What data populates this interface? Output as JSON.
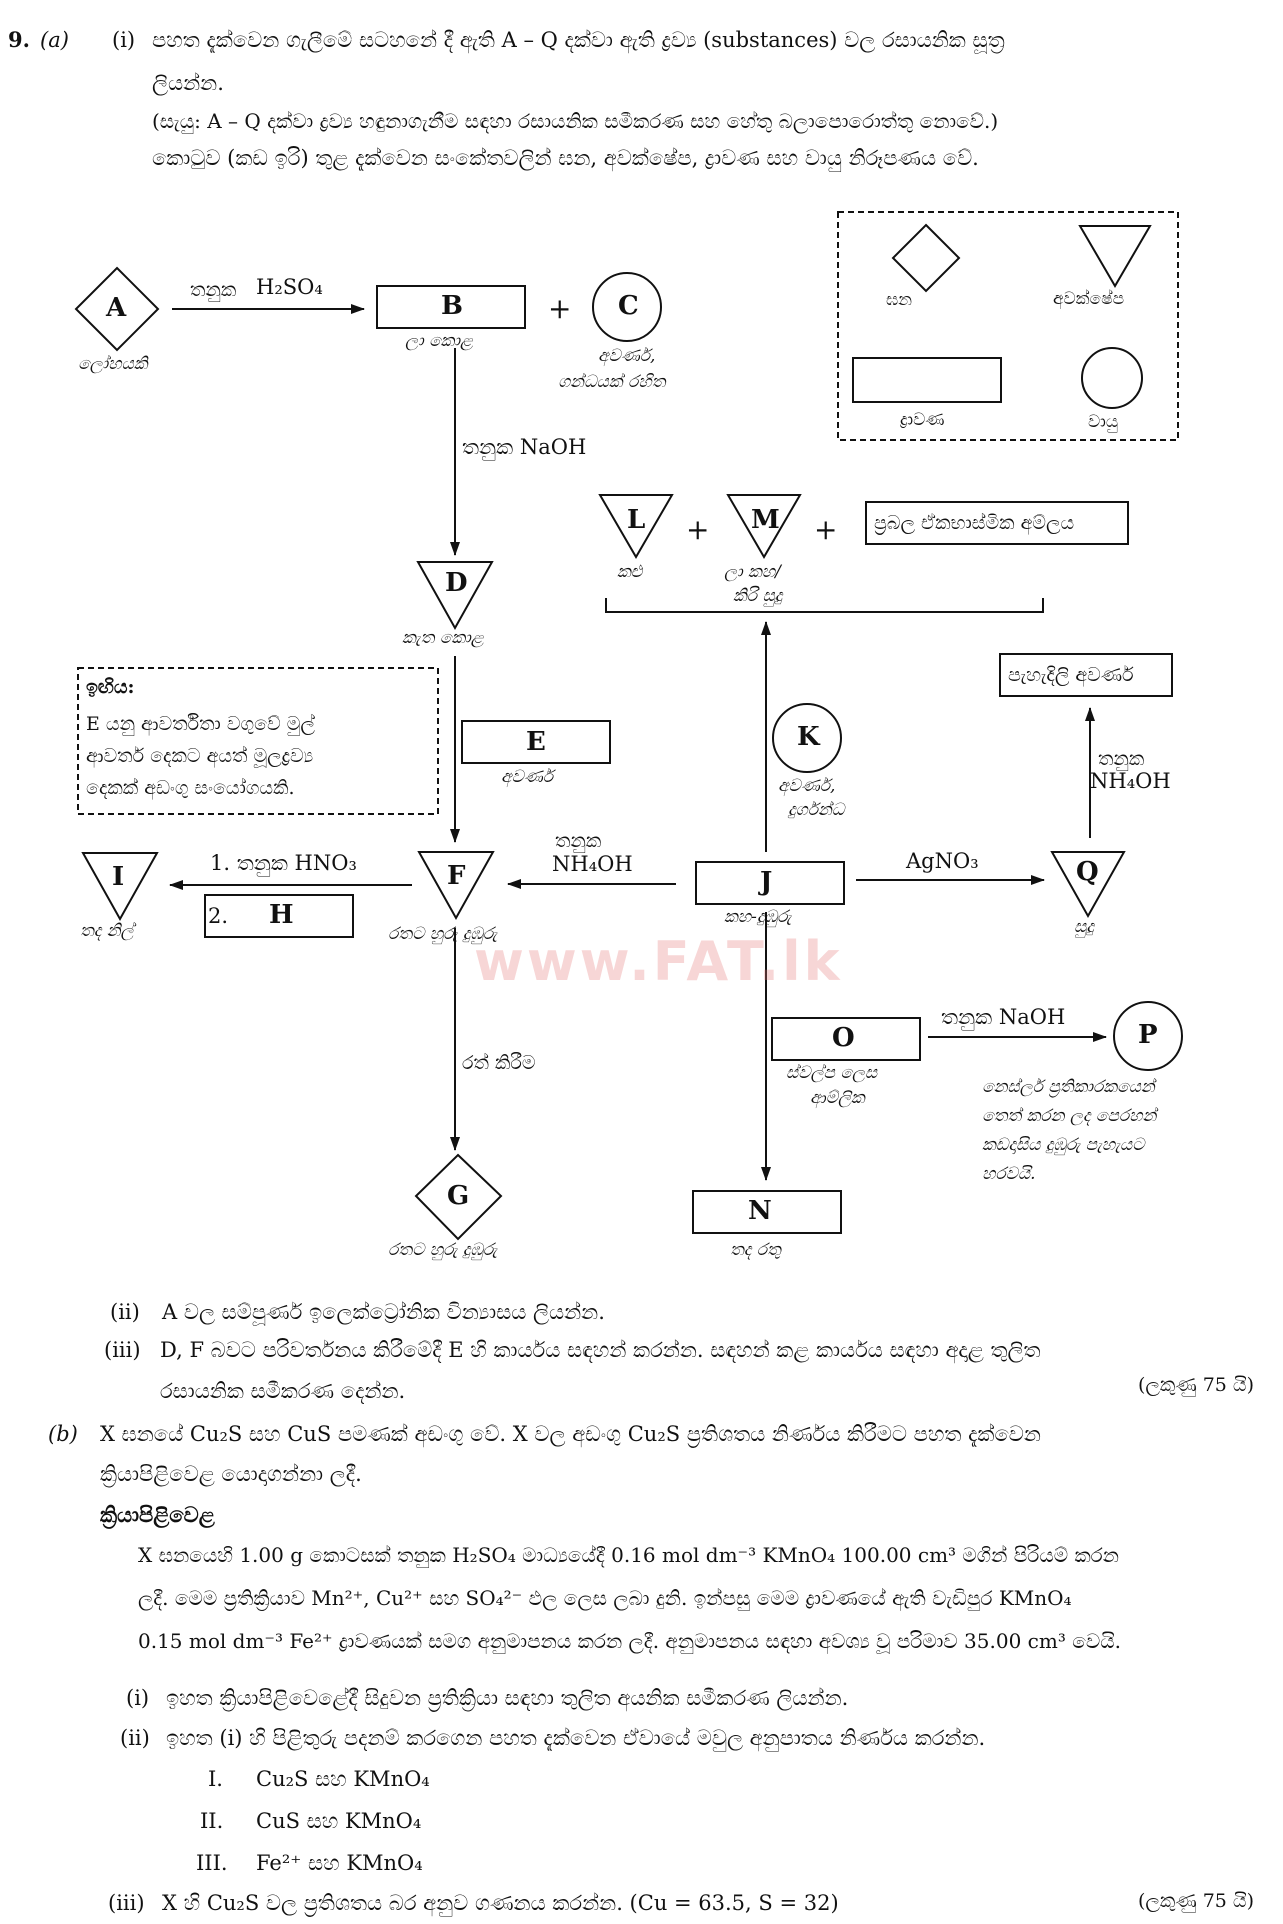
{
  "question": {
    "number": "9.",
    "part_a": "(a)",
    "a_i_marker": "(i)",
    "a_i_line1": "පහත දැක්වෙන ගැලීමේ සටහනේ දී ඇති A – Q දක්වා ඇති ද්‍රව්‍ය (substances) වල රසායනික සූත්‍ර",
    "a_i_line2": "ලියන්න.",
    "note_line": "(සැයු: A – Q දක්වා ද්‍රව්‍ය හඳුනාගැනීම සඳහා රසායනික සමීකරණ සහ හේතු බලාපොරොත්තු නොවේ.)",
    "legend_intro": "කොටුව (කඩ ඉරි) තුළ දැක්වෙන සංකේතවලින් ඝන, අවක්ෂේප, ද්‍රාවණ සහ වායු නිරූපණය වේ."
  },
  "legend": {
    "solid": "ඝන",
    "precipitate": "අවක්ෂේප",
    "solution": "ද්‍රාවණ",
    "gas": "වායු"
  },
  "diagram": {
    "A": {
      "label": "A",
      "caption": "ලෝහයකි"
    },
    "B": {
      "label": "B",
      "caption": "ලා කොළ"
    },
    "C": {
      "label": "C",
      "caption1": "අවර්ණ,",
      "caption2": "ගන්ධයක් රහිත"
    },
    "D": {
      "label": "D",
      "caption": "කැත කොළ"
    },
    "E": {
      "label": "E",
      "caption": "අවර්ණ"
    },
    "F": {
      "label": "F",
      "caption": "රතට හුරු දුඹුරු"
    },
    "G": {
      "label": "G",
      "caption": "රතට හුරු දුඹුරු"
    },
    "H": {
      "label": "H",
      "number": "2."
    },
    "I": {
      "label": "I",
      "caption": "තද නිල්"
    },
    "J": {
      "label": "J",
      "caption": "කහ-දුඹුරු"
    },
    "K": {
      "label": "K",
      "caption1": "අවර්ණ,",
      "caption2": "දුර්ගන්ධ"
    },
    "L": {
      "label": "L",
      "caption": "කළු"
    },
    "M": {
      "label": "M",
      "caption1": "ලා කහ/",
      "caption2": "කිරි සුදු"
    },
    "N": {
      "label": "N",
      "caption": "තද රතු"
    },
    "O": {
      "label": "O",
      "caption1": "ස්වල්ප ලෙස",
      "caption2": "ආම්ලික"
    },
    "P": {
      "label": "P",
      "caption1": "නෙස්ලර් ප්‍රතිකාරකයෙන්",
      "caption2": "තෙත් කරන ලද පෙරහන්",
      "caption3": "කඩදාසිය දුඹුරු පැහැයට",
      "caption4": "හරවයි."
    },
    "Q": {
      "label": "Q",
      "caption": "සුදු"
    },
    "strong_acid": "ප්‍රබල ඒකභාස්මික අම්ලය",
    "colourless_clear": "පැහැදිලි අවර්ණ",
    "plus": "+",
    "arrows": {
      "dil": "තනුක",
      "h2so4": "H₂SO₄",
      "naoh": "තනුක NaOH",
      "nh4oh": "NH₄OH",
      "hno3": "1. තනුක HNO₃",
      "agno3": "AgNO₃",
      "heat": "රත් කිරීම",
      "naoh2": "තනුක NaOH"
    },
    "hint": {
      "title": "ඉඟිය:",
      "line1": "E යනු ආවර්තිතා වගුවේ මුල්",
      "line2": "ආවර්ත දෙකට අයත් මූලද්‍රව්‍ය",
      "line3": "දෙකක් අඩංගු සංයෝගයකි."
    },
    "watermark": "www.FAT.lk"
  },
  "part_a_rest": {
    "ii_marker": "(ii)",
    "ii_text": "A වල සම්පූර්ණ ඉලෙක්ට්‍රෝනික වින්‍යාසය ලියන්න.",
    "iii_marker": "(iii)",
    "iii_line1": "D, F බවට පරිවර්තනය කිරීමේදී E හි කාර්යය සඳහන් කරන්න. සඳහන් කළ කාර්යය සඳහා අදාළ තුලිත",
    "iii_line2": "රසායනික සමීකරණ දෙන්න.",
    "marks": "(ලකුණු 75 යි)"
  },
  "part_b": {
    "marker": "(b)",
    "line1": "X ඝනයේ Cu₂S සහ CuS පමණක් අඩංගු වේ. X වල අඩංගු Cu₂S ප්‍රතිශතය නිර්ණය කිරීමට පහත දැක්වෙන",
    "line2": "ක්‍රියාපිළිවෙළ යොදාගන්නා ලදී.",
    "procedure_title": "ක්‍රියාපිළිවෙළ",
    "proc1": "X ඝනයෙහි 1.00 g කොටසක් තනුක H₂SO₄ මාධ්‍යයේදී 0.16 mol dm⁻³ KMnO₄ 100.00 cm³ මගින් පිරියම් කරන",
    "proc2": "ලදී. මෙම ප්‍රතික්‍රියාව Mn²⁺, Cu²⁺ සහ SO₄²⁻ ඵල ලෙස ලබා දුනි. ඉන්පසු මෙම ද්‍රාවණයේ ඇති වැඩිපුර KMnO₄",
    "proc3": "0.15 mol dm⁻³ Fe²⁺ ද්‍රාවණයක් සමග අනුමාපනය කරන ලදී. අනුමාපනය සඳහා අවශ්‍ය වූ පරිමාව 35.00 cm³ වෙයි.",
    "i_marker": "(i)",
    "i_text": "ඉහත ක්‍රියාපිළිවෙළේදී සිදුවන ප්‍රතික්‍රියා සඳහා තුලිත අයනික සමීකරණ ලියන්න.",
    "ii_marker": "(ii)",
    "ii_text": "ඉහත (i) හි පිළිතුරු පදනම් කරගෙන පහත දැක්වෙන ඒවායේ මවුල අනුපාතය නිර්ණය කරන්න.",
    "items": [
      {
        "num": "I.",
        "text": "Cu₂S සහ KMnO₄"
      },
      {
        "num": "II.",
        "text": "CuS සහ KMnO₄"
      },
      {
        "num": "III.",
        "text": "Fe²⁺ සහ KMnO₄"
      }
    ],
    "iii_marker": "(iii)",
    "iii_text": "X හි Cu₂S වල ප්‍රතිශතය බර අනුව ගණනය කරන්න. (Cu = 63.5, S = 32)",
    "marks": "(ලකුණු 75 යි)"
  }
}
